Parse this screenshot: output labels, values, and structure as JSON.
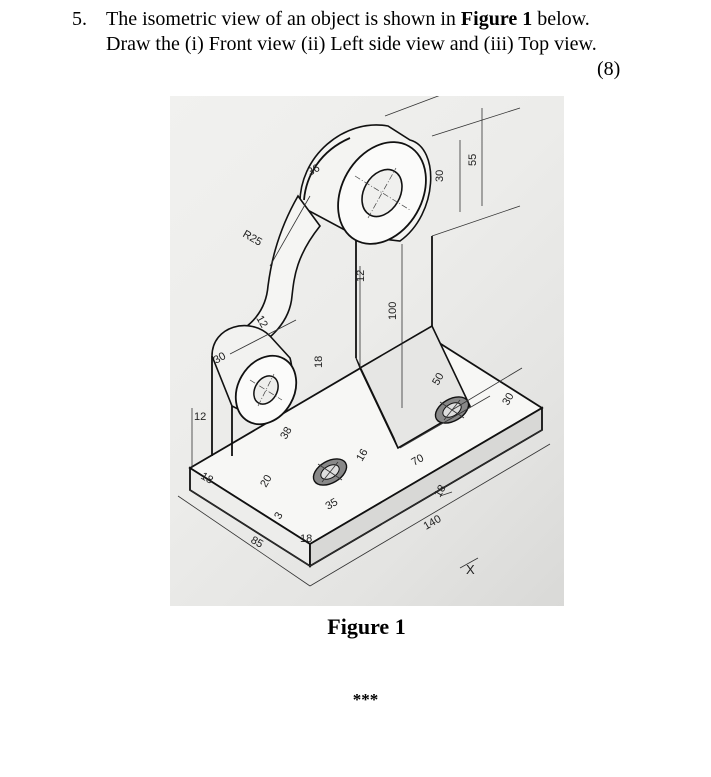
{
  "question": {
    "number": "5.",
    "line1_a": "The isometric view of an object is shown in ",
    "line1_b": "Figure 1",
    "line1_c": " below.",
    "line2": "Draw the (i) Front view (ii) Left side view and (iii) Top view.",
    "marks": "(8)"
  },
  "figure": {
    "caption": "Figure 1",
    "dimensions": {
      "d36": "36",
      "d30a": "30",
      "d55": "55",
      "r25": "R25",
      "d12a": "12",
      "d12b": "12",
      "d100": "100",
      "d30b": "30",
      "d18a": "18",
      "d12c": "12",
      "d18b": "18",
      "d38": "38",
      "d20": "20",
      "d3": "3",
      "d16": "16",
      "d50": "50",
      "d30c": "30",
      "d70": "70",
      "d35": "35",
      "d18c": "18",
      "d140": "140",
      "d85": "85",
      "d18d": "18",
      "dx": "X"
    }
  },
  "footer": {
    "stars": "***"
  }
}
